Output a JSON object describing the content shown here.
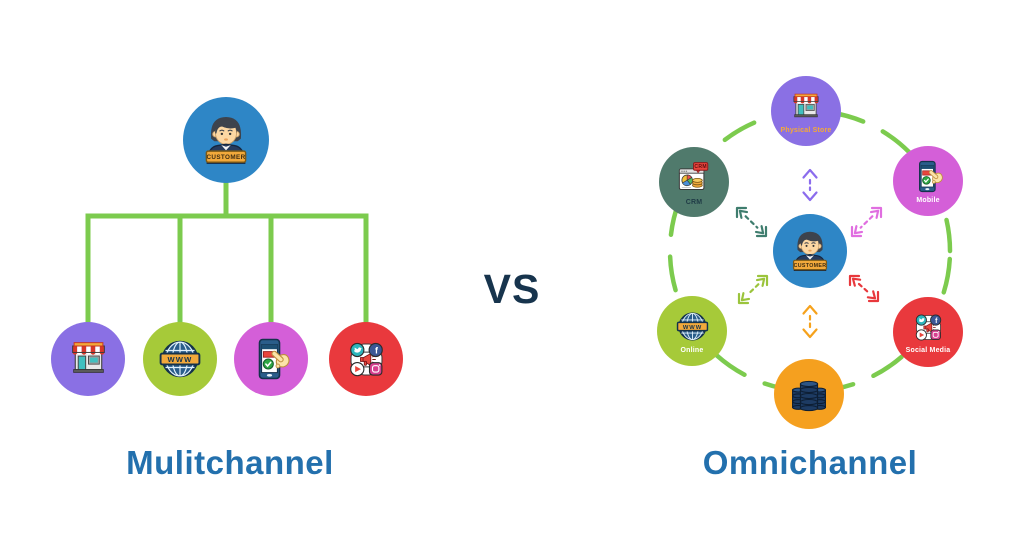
{
  "left": {
    "title": "Mulitchannel",
    "channels": [
      {
        "icon": "physical-store-icon"
      },
      {
        "icon": "online-website-icon"
      },
      {
        "icon": "mobile-app-icon"
      },
      {
        "icon": "social-media-icon"
      }
    ]
  },
  "divider": {
    "vs_label": "VS"
  },
  "right": {
    "title": "Omnichannel",
    "nodes": [
      {
        "label": "Physical Store",
        "label_color": "#f5a936",
        "icon": "physical-store-icon"
      },
      {
        "label": "CRM",
        "label_color": "#1f3b46",
        "icon": "crm-dashboard-icon"
      },
      {
        "label": "Mobile",
        "label_color": "#ffffff",
        "icon": "mobile-app-icon"
      },
      {
        "label": "Online",
        "label_color": "#ffffff",
        "icon": "online-website-icon"
      },
      {
        "label": "Social Media",
        "label_color": "#ffffff",
        "icon": "social-media-icon"
      },
      {
        "label": "",
        "icon": "database-icon"
      }
    ]
  },
  "icon_texts": {
    "customer_badge": "CUSTOMER",
    "www": "WWW",
    "crm_bubble": "CRM",
    "facebook_letter": "f"
  },
  "colors": {
    "title_blue": "#2370ad",
    "vs_navy": "#17344d",
    "connector_green": "#7ccb4e",
    "customer_blue": "#2e86c6",
    "physical_store_purple": "#8a70e4",
    "online_green": "#a6ca39",
    "mobile_orchid": "#d45fd8",
    "social_red": "#e9393d",
    "crm_teal": "#507a6c",
    "database_orange": "#f5a01f",
    "arrow_purple": "#8b6ced",
    "arrow_orange": "#f6a21c",
    "arrow_teal": "#3f7d6e",
    "arrow_magenta": "#e06ee0",
    "arrow_green": "#9bc43c",
    "arrow_red": "#e8383c"
  }
}
